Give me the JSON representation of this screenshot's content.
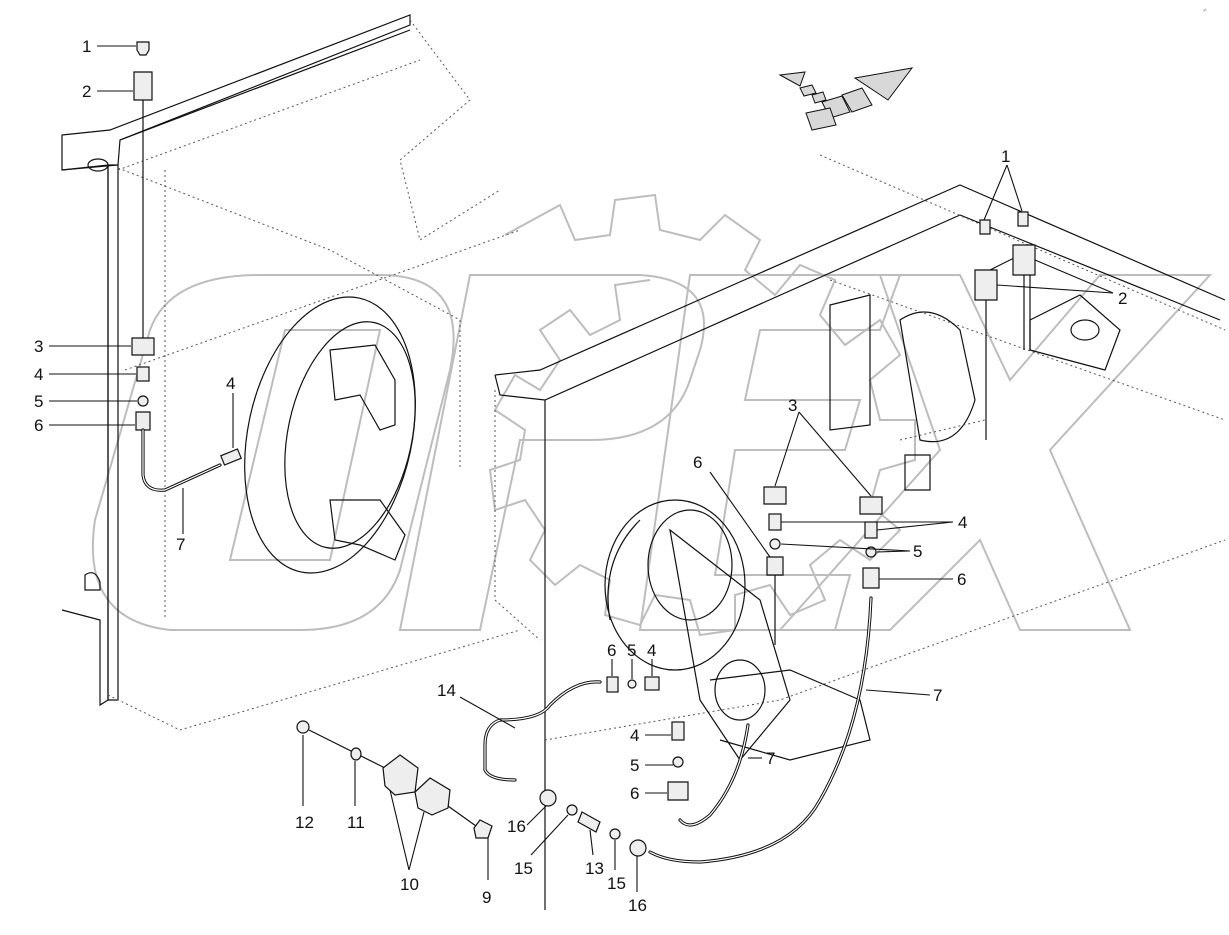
{
  "corner_mark": "✍ ",
  "callouts": {
    "left_1": "1",
    "left_2": "2",
    "left_3": "3",
    "left_4a": "4",
    "left_5": "5",
    "left_6": "6",
    "left_4b": "4",
    "left_7": "7",
    "right_1": "1",
    "right_2": "2",
    "right_3": "3",
    "right_4": "4",
    "right_5": "5",
    "right_6a": "6",
    "right_6b": "6",
    "right_7": "7",
    "mid_6": "6",
    "mid_5": "5",
    "mid_4": "4",
    "low_4": "4",
    "low_5": "5",
    "low_6": "6",
    "low_7": "7",
    "c14": "14",
    "c16a": "16",
    "c15a": "15",
    "c13": "13",
    "c15b": "15",
    "c16b": "16",
    "c12": "12",
    "c11": "11",
    "c10": "10",
    "c9": "9"
  },
  "icons": [
    "direction-arrows-icon",
    "opex-watermark",
    "grease-nipple-icon"
  ]
}
